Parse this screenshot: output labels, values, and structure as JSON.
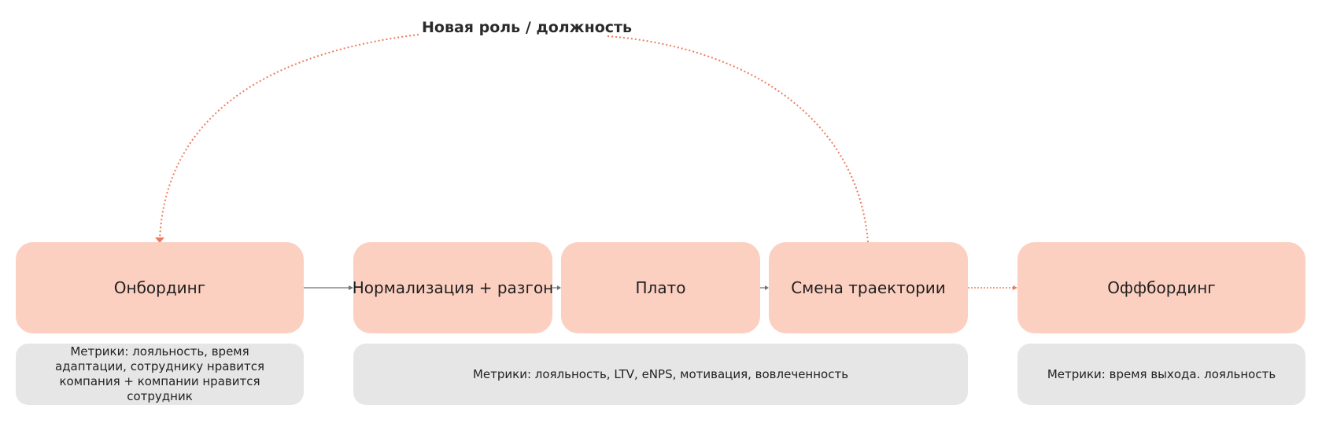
{
  "title": "Новая роль / должность",
  "stages": {
    "onboarding": "Онбординг",
    "normalization": "Нормализация + разгон",
    "plateau": "Плато",
    "trajectory": "Смена траектории",
    "offboarding": "Оффбординг"
  },
  "metrics": {
    "onboarding": "Метрики: лояльность, время адаптации, сотруднику нравится компания + компании нравится сотрудник",
    "middle": "Метрики: лояльность, LTV, eNPS, мотивация, вовлеченность",
    "offboarding": "Метрики: время выхода. лояльность"
  },
  "colors": {
    "stage_fill": "#fcd0c1",
    "metrics_fill": "#e6e6e6",
    "accent_arrow": "#ef7b5f",
    "gray_arrow": "#707070"
  }
}
